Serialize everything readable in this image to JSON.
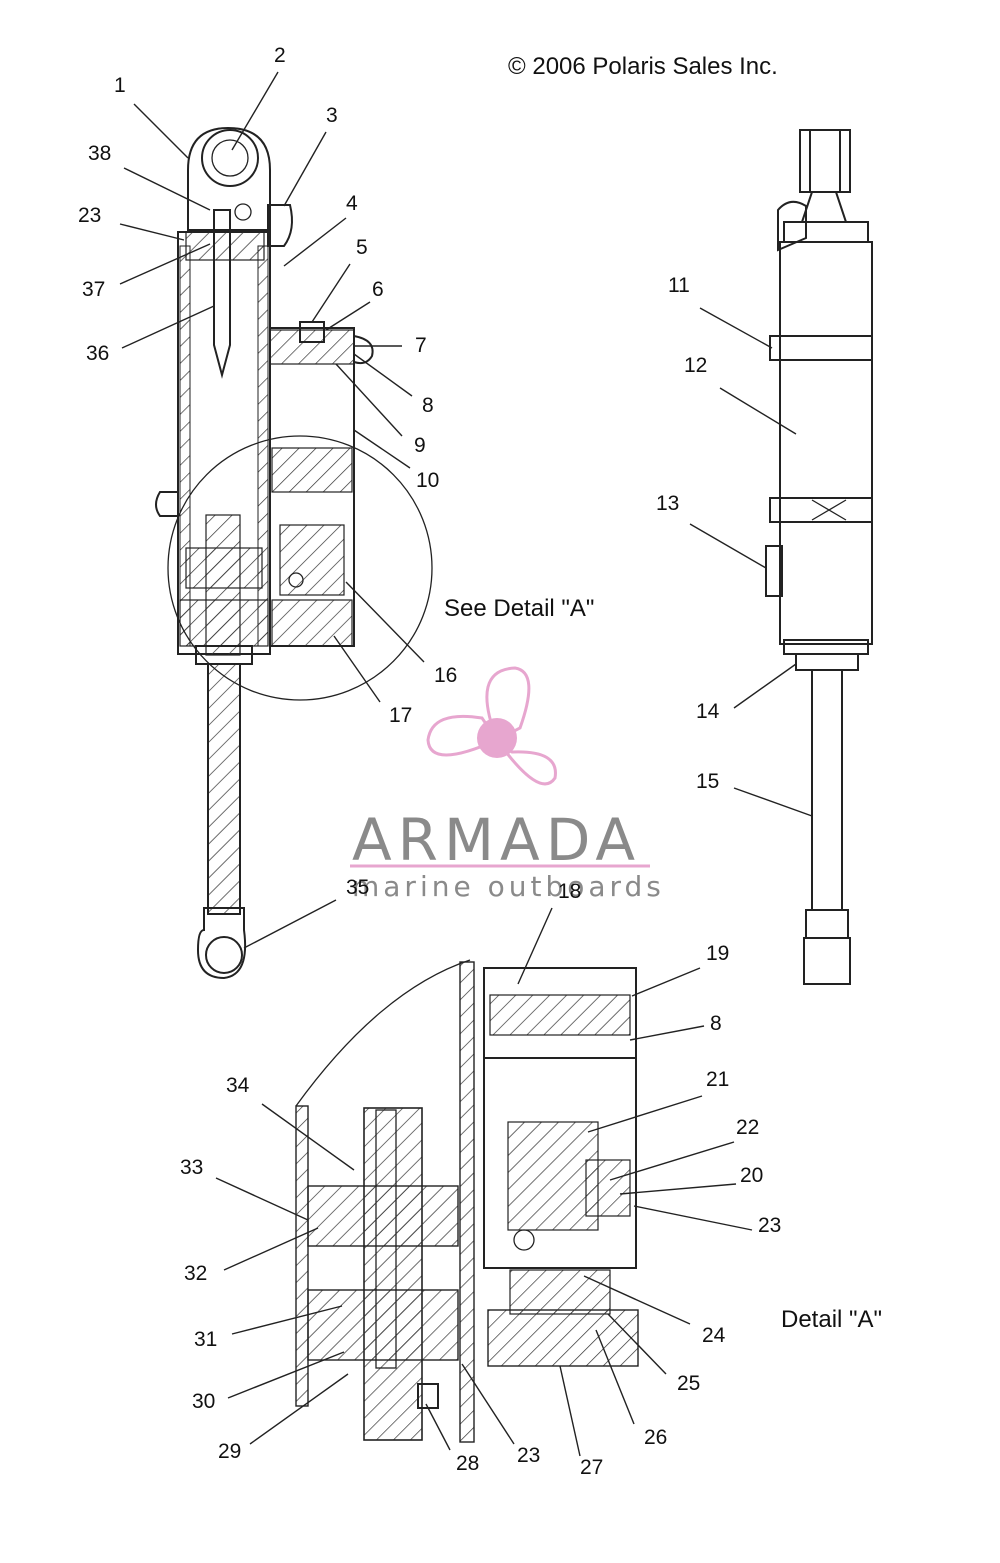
{
  "copyright": "© 2006 Polaris Sales Inc.",
  "detail_callout": "See Detail \"A\"",
  "detail_title": "Detail \"A\"",
  "watermark": {
    "brand": "ARMADA",
    "tagline": "marine outboards",
    "accent_color": "#e7a6cf",
    "text_color": "#8a8a8a"
  },
  "part_labels": [
    "1",
    "2",
    "3",
    "4",
    "5",
    "6",
    "7",
    "8",
    "9",
    "10",
    "11",
    "12",
    "13",
    "14",
    "15",
    "16",
    "17",
    "18",
    "19",
    "8",
    "21",
    "22",
    "20",
    "23",
    "24",
    "25",
    "26",
    "27",
    "23",
    "28",
    "29",
    "30",
    "31",
    "32",
    "33",
    "34",
    "35",
    "36",
    "37",
    "38",
    "23"
  ],
  "colors": {
    "line": "#222222",
    "hatch": "#333333"
  }
}
